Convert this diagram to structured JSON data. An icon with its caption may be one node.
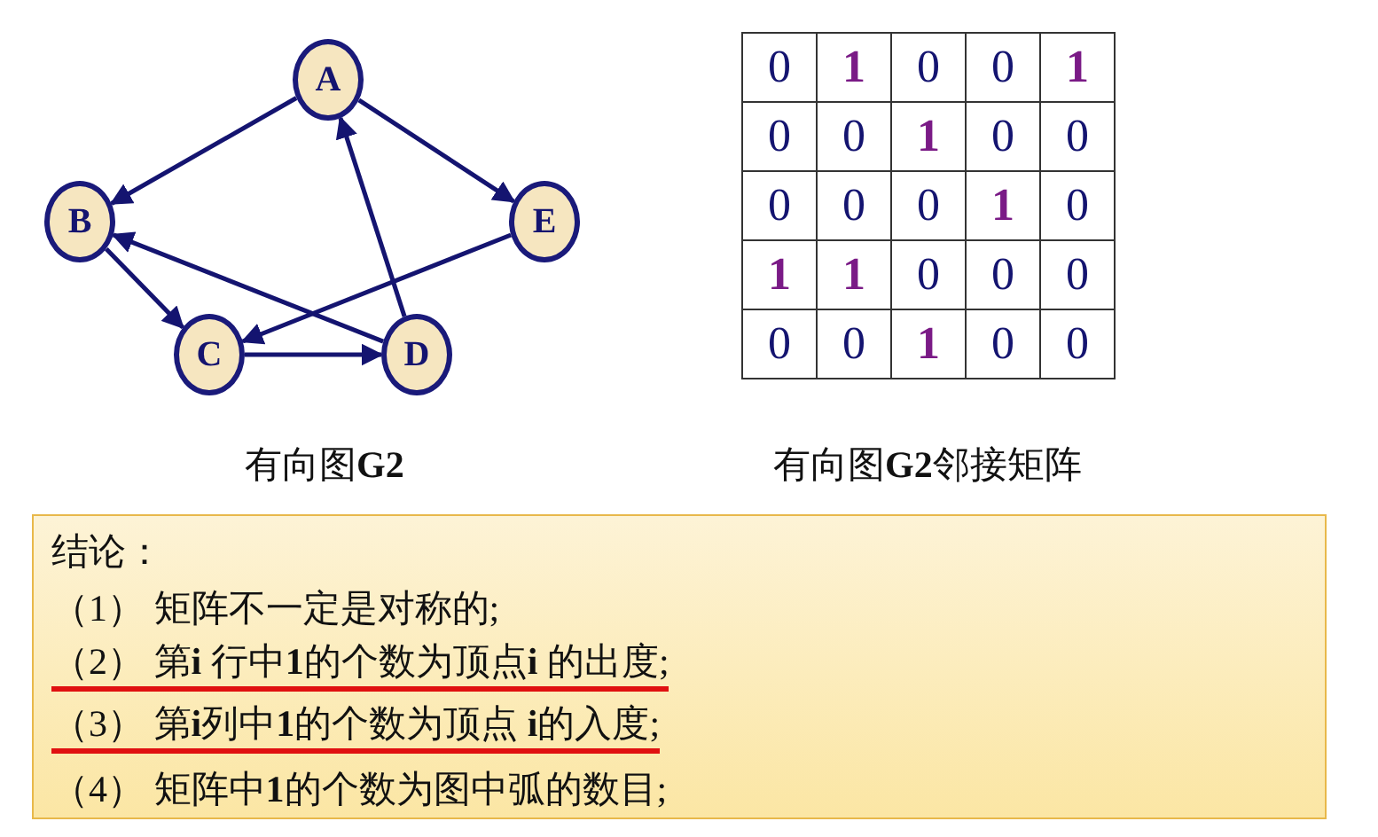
{
  "diagram": {
    "nodes": [
      {
        "text": [
          "A"
        ]
      },
      {
        "text": [
          "B"
        ]
      },
      {
        "text": [
          "E"
        ]
      },
      {
        "text": [
          "C"
        ]
      },
      {
        "text": [
          "D"
        ]
      },
      {
        "text": [
          "结论：",
          "（1） 矩阵不一定是对称的;",
          "（2） 第**i** 行中**1**的个数为顶点**i** 的出度;",
          "（3） 第**i**列中**1**的个数为顶点 **i**的入度;",
          "（4） 矩阵中**1**的个数为图中弧的数目;"
        ]
      }
    ],
    "edges": [
      {
        "from": 0,
        "to": 1,
        "arrow": "to"
      },
      {
        "from": 0,
        "to": 2,
        "arrow": "to"
      },
      {
        "from": 2,
        "to": 3,
        "arrow": "to"
      },
      {
        "from": 1,
        "to": 3,
        "arrow": "to"
      },
      {
        "from": 3,
        "to": 4,
        "arrow": "to"
      },
      {
        "from": 4,
        "to": 1,
        "arrow": "to"
      },
      {
        "from": 4,
        "to": 0,
        "arrow": "to"
      }
    ],
    "labels": [
      "0",
      "1",
      "0",
      "0",
      "1",
      "0",
      "0",
      "1",
      "0",
      "0",
      "0",
      "0",
      "0",
      "1",
      "0",
      "1",
      "1",
      "0",
      "0",
      "0",
      "0",
      "0",
      "1",
      "0",
      "0",
      "有向图**G2**",
      "有向图**G2**邻接矩阵"
    ]
  }
}
